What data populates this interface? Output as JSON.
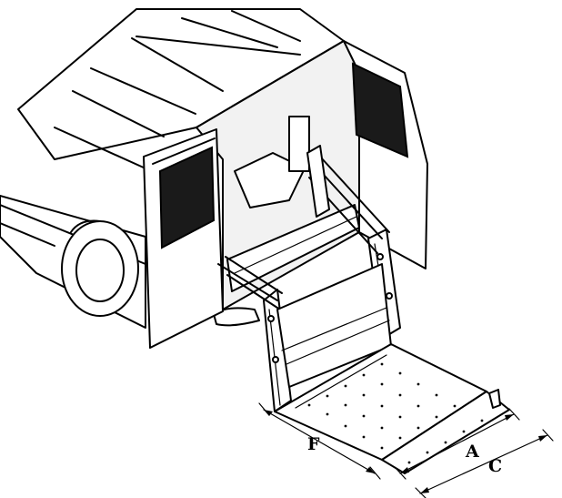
{
  "dimension_labels": {
    "f": "F",
    "a": "A",
    "c": "C"
  }
}
